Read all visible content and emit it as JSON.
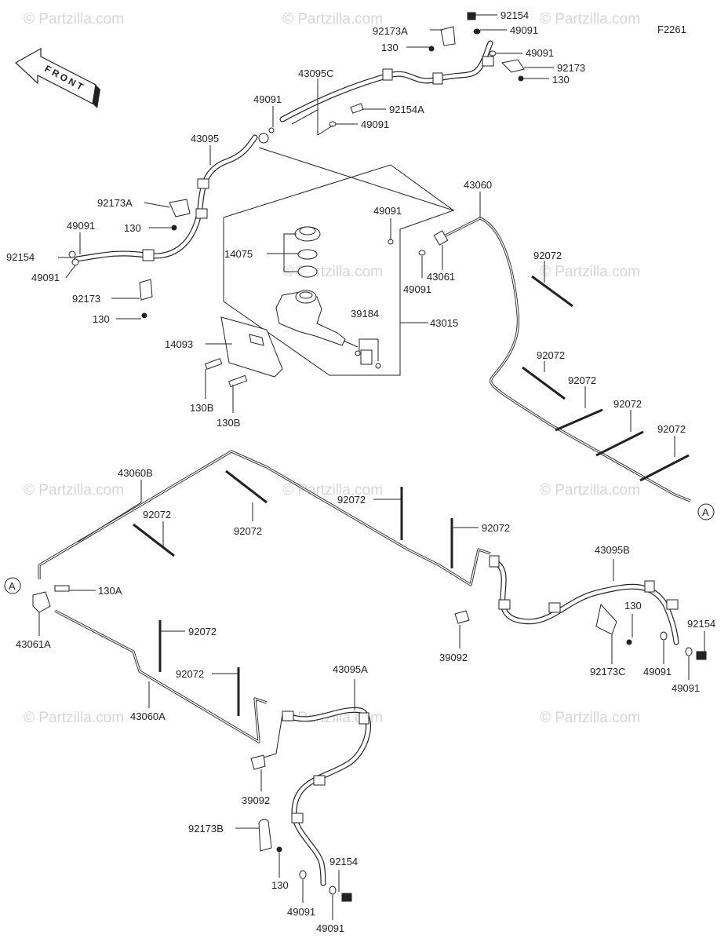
{
  "diagram_code": "F2261",
  "front_label": "FRONT",
  "watermark": "© Partzilla.com",
  "circle_ref": "A",
  "labels": {
    "p92154_top": "92154",
    "p92173A_top": "92173A",
    "p49091_top1": "49091",
    "p130_top": "130",
    "p49091_top2": "49091",
    "p92173_top": "92173",
    "p130_topr": "130",
    "p43095C": "43095C",
    "p49091_a": "49091",
    "p92154A": "92154A",
    "p49091_b": "49091",
    "p43095": "43095",
    "p92173A_left": "92173A",
    "p130_left": "130",
    "p49091_l1": "49091",
    "p92154_l": "92154",
    "p49091_l2": "49091",
    "p92173_l": "92173",
    "p130_l2": "130",
    "p43060": "43060",
    "p49091_c": "49091",
    "p14075": "14075",
    "p43061": "43061",
    "p49091_d": "49091",
    "p92072_a": "92072",
    "p39184": "39184",
    "p43015": "43015",
    "p14093": "14093",
    "p92072_b": "92072",
    "p92072_c": "92072",
    "p92072_d": "92072",
    "p92072_e": "92072",
    "p130B_1": "130B",
    "p130B_2": "130B",
    "p43060B": "43060B",
    "p92072_f": "92072",
    "p92072_g": "92072",
    "p92072_h": "92072",
    "p92072_i": "92072",
    "p130A": "130A",
    "p43061A": "43061A",
    "p43095B": "43095B",
    "p130_m": "130",
    "p92154_m": "92154",
    "p39092_m": "39092",
    "p92173C": "92173C",
    "p49091_m1": "49091",
    "p49091_m2": "49091",
    "p92072_j": "92072",
    "p92072_k": "92072",
    "p43060A": "43060A",
    "p43095A": "43095A",
    "p39092_b": "39092",
    "p92173B": "92173B",
    "p92154_b": "92154",
    "p130_b": "130",
    "p49091_b1": "49091",
    "p49091_b2": "49091"
  }
}
